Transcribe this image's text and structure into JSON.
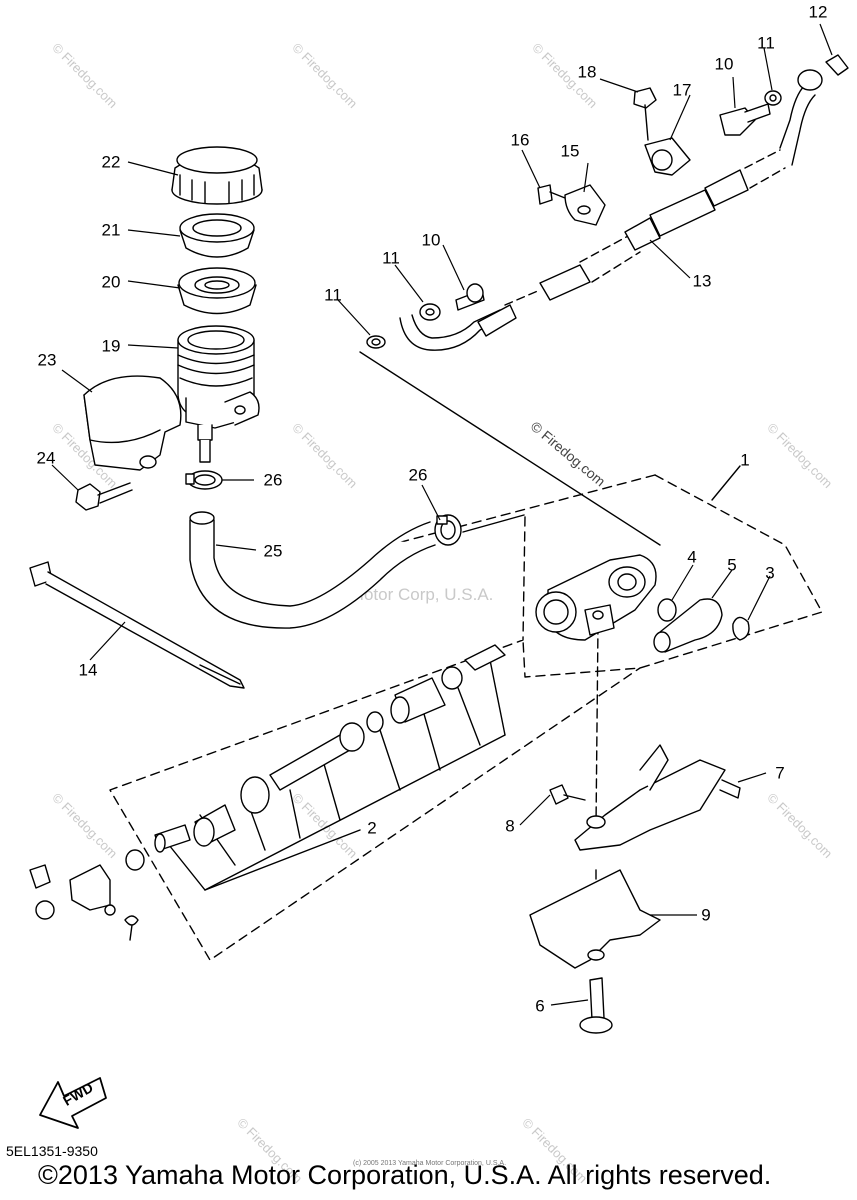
{
  "watermarks": {
    "site": "© Firedog.com",
    "center_site": "© Firedog.com",
    "center_mark": "Yamaha Motor Corp, U.S.A."
  },
  "callouts": [
    "1",
    "2",
    "3",
    "4",
    "5",
    "6",
    "7",
    "8",
    "9",
    "10",
    "10",
    "11",
    "11",
    "11",
    "12",
    "13",
    "14",
    "15",
    "16",
    "17",
    "18",
    "19",
    "20",
    "21",
    "22",
    "23",
    "24",
    "25",
    "26",
    "26"
  ],
  "fwd_label": "FWD",
  "diagram_code": "5EL1351-9350",
  "copyright": "©2013 Yamaha Motor Corporation, U.S.A. All rights reserved.",
  "fine_print": "(c) 2005 2013 Yamaha Motor Corporation, U.S.A."
}
